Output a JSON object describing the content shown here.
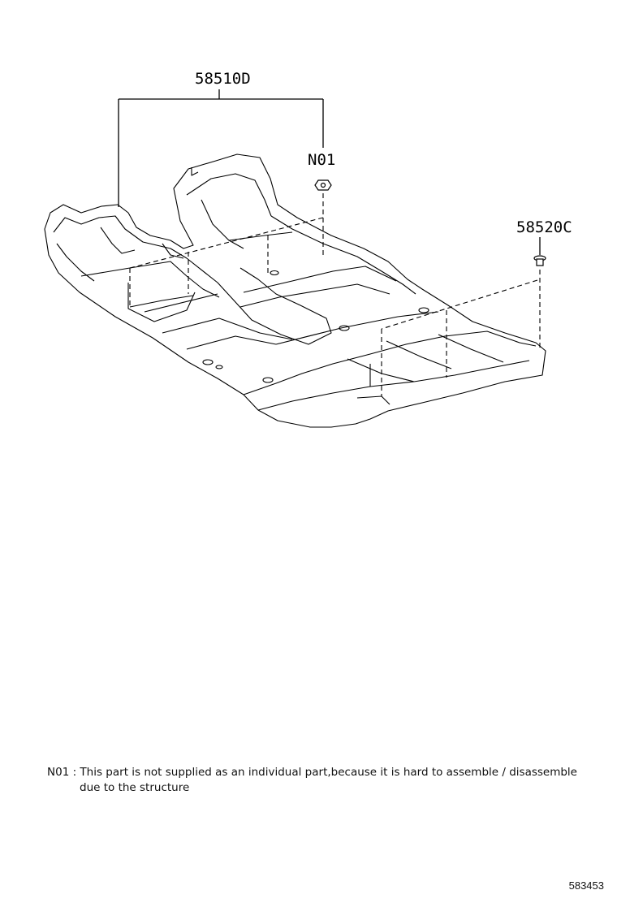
{
  "parts": {
    "carpet_label": "58510D",
    "nut_label": "N01",
    "clip_label": "58520C"
  },
  "note": {
    "code": "N01",
    "separator": " : ",
    "text_line1": "This part is not supplied as an individual part,because it is hard to assemble / disassemble",
    "text_line2": "due to the structure"
  },
  "illustration_number": "583453",
  "colors": {
    "line": "#000000",
    "background": "#ffffff"
  }
}
